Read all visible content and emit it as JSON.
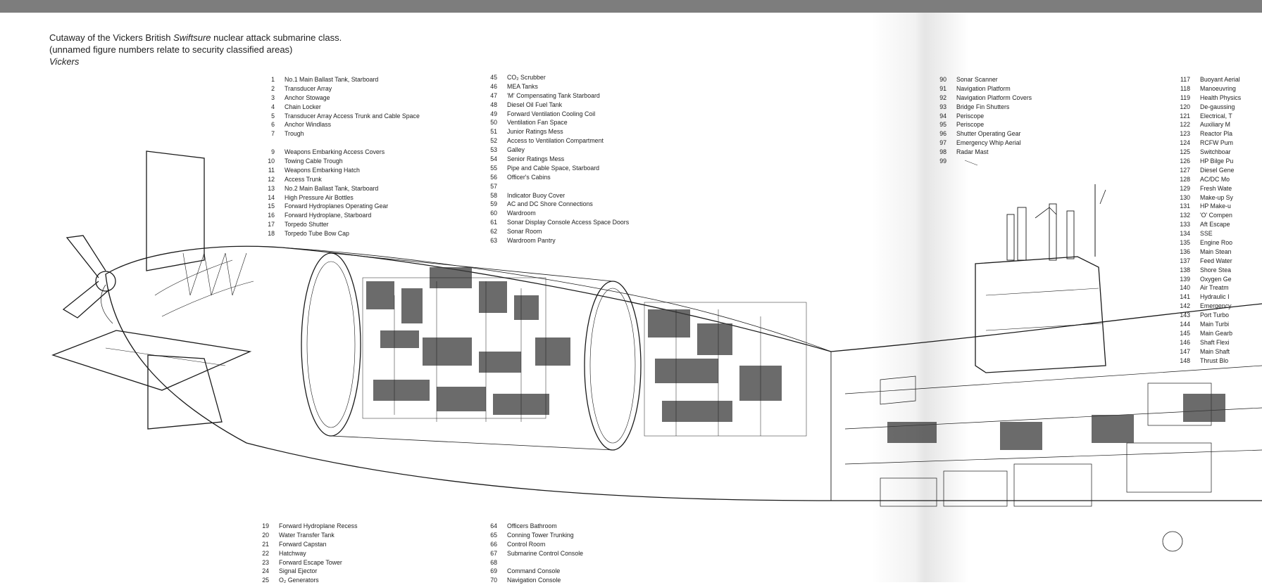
{
  "caption": {
    "line1_before": "Cutaway of the Vickers British ",
    "line1_italic": "Swiftsure",
    "line1_after": " nuclear attack submarine class.",
    "line2": "(unnamed figure numbers relate to security classified areas)",
    "line3": "Vickers"
  },
  "legend_a": [
    {
      "num": "1",
      "label": "No.1 Main Ballast Tank, Starboard"
    },
    {
      "num": "2",
      "label": "Transducer Array"
    },
    {
      "num": "3",
      "label": "Anchor Stowage"
    },
    {
      "num": "4",
      "label": "Chain Locker"
    },
    {
      "num": "5",
      "label": "Transducer Array Access Trunk and Cable Space"
    },
    {
      "num": "6",
      "label": "Anchor Windlass"
    },
    {
      "num": "7",
      "label": "Trough"
    },
    {
      "num": "",
      "label": ""
    },
    {
      "num": "9",
      "label": "Weapons Embarking Access Covers"
    },
    {
      "num": "10",
      "label": "Towing Cable Trough"
    },
    {
      "num": "11",
      "label": "Weapons Embarking Hatch"
    },
    {
      "num": "12",
      "label": "Access Trunk"
    },
    {
      "num": "13",
      "label": "No.2 Main Ballast Tank, Starboard"
    },
    {
      "num": "14",
      "label": "High Pressure Air Bottles"
    },
    {
      "num": "15",
      "label": "Forward Hydroplanes Operating Gear"
    },
    {
      "num": "16",
      "label": "Forward Hydroplane, Starboard"
    },
    {
      "num": "17",
      "label": "Torpedo Shutter"
    },
    {
      "num": "18",
      "label": "Torpedo Tube Bow Cap"
    }
  ],
  "legend_b": [
    {
      "num": "45",
      "label": "CO₂ Scrubber"
    },
    {
      "num": "46",
      "label": "MEA Tanks"
    },
    {
      "num": "47",
      "label": "'M' Compensating Tank Starboard"
    },
    {
      "num": "48",
      "label": "Diesel Oil Fuel Tank"
    },
    {
      "num": "49",
      "label": "Forward Ventilation Cooling Coil"
    },
    {
      "num": "50",
      "label": "Ventilation Fan Space"
    },
    {
      "num": "51",
      "label": "Junior Ratings Mess"
    },
    {
      "num": "52",
      "label": "Access to Ventilation Compartment"
    },
    {
      "num": "53",
      "label": "Galley"
    },
    {
      "num": "54",
      "label": "Senior Ratings Mess"
    },
    {
      "num": "55",
      "label": "Pipe and Cable Space, Starboard"
    },
    {
      "num": "56",
      "label": "Officer's Cabins"
    },
    {
      "num": "57",
      "label": ""
    },
    {
      "num": "58",
      "label": "Indicator Buoy Cover"
    },
    {
      "num": "59",
      "label": "AC and DC Shore Connections"
    },
    {
      "num": "60",
      "label": "Wardroom"
    },
    {
      "num": "61",
      "label": "Sonar Display Console Access Space Doors"
    },
    {
      "num": "62",
      "label": "Sonar Room"
    },
    {
      "num": "63",
      "label": "Wardroom Pantry"
    }
  ],
  "legend_c": [
    {
      "num": "19",
      "label": "Forward Hydroplane Recess"
    },
    {
      "num": "20",
      "label": "Water Transfer Tank"
    },
    {
      "num": "21",
      "label": "Forward Capstan"
    },
    {
      "num": "22",
      "label": "Hatchway"
    },
    {
      "num": "23",
      "label": "Forward Escape Tower"
    },
    {
      "num": "24",
      "label": "Signal Ejector"
    },
    {
      "num": "25",
      "label": "O₂ Generators"
    }
  ],
  "legend_d": [
    {
      "num": "64",
      "label": "Officers Bathroom"
    },
    {
      "num": "65",
      "label": "Conning Tower Trunking"
    },
    {
      "num": "66",
      "label": "Control Room"
    },
    {
      "num": "67",
      "label": "Submarine Control Console"
    },
    {
      "num": "68",
      "label": ""
    },
    {
      "num": "69",
      "label": "Command Console"
    },
    {
      "num": "70",
      "label": "Navigation Console"
    }
  ],
  "legend_e": [
    {
      "num": "90",
      "label": "Sonar Scanner"
    },
    {
      "num": "91",
      "label": "Navigation Platform"
    },
    {
      "num": "92",
      "label": "Navigation Platform Covers"
    },
    {
      "num": "93",
      "label": "Bridge Fin Shutters"
    },
    {
      "num": "94",
      "label": "Periscope"
    },
    {
      "num": "95",
      "label": "Periscope"
    },
    {
      "num": "96",
      "label": "Shutter Operating Gear"
    },
    {
      "num": "97",
      "label": "Emergency Whip Aerial"
    },
    {
      "num": "98",
      "label": "Radar Mast"
    },
    {
      "num": "99",
      "label": ""
    }
  ],
  "legend_f": [
    {
      "num": "117",
      "label": "Buoyant Aerial"
    },
    {
      "num": "118",
      "label": "Manoeuvring"
    },
    {
      "num": "119",
      "label": "Health Physics"
    },
    {
      "num": "120",
      "label": "De-gaussing"
    },
    {
      "num": "121",
      "label": "Electrical, T"
    },
    {
      "num": "122",
      "label": "Auxiliary M"
    },
    {
      "num": "123",
      "label": "Reactor Pla"
    },
    {
      "num": "124",
      "label": "RCFW Pum"
    },
    {
      "num": "125",
      "label": "Switchboar"
    },
    {
      "num": "126",
      "label": "HP Bilge Pu"
    },
    {
      "num": "127",
      "label": "Diesel Gene"
    },
    {
      "num": "128",
      "label": "AC/DC Mo"
    },
    {
      "num": "129",
      "label": "Fresh Wate"
    },
    {
      "num": "130",
      "label": "Make-up Sy"
    },
    {
      "num": "131",
      "label": "HP Make-u"
    },
    {
      "num": "132",
      "label": "'O' Compen"
    },
    {
      "num": "133",
      "label": "Aft Escape"
    },
    {
      "num": "134",
      "label": "SSE"
    },
    {
      "num": "135",
      "label": "Engine Roo"
    },
    {
      "num": "136",
      "label": "Main Stean"
    },
    {
      "num": "137",
      "label": "Feed Water"
    },
    {
      "num": "138",
      "label": "Shore Stea"
    },
    {
      "num": "139",
      "label": "Oxygen Ge"
    },
    {
      "num": "140",
      "label": "Air Treatm"
    },
    {
      "num": "141",
      "label": "Hydraulic I"
    },
    {
      "num": "142",
      "label": "Emergency"
    },
    {
      "num": "143",
      "label": "Port Turbo"
    },
    {
      "num": "144",
      "label": "Main Turbi"
    },
    {
      "num": "145",
      "label": "Main Gearb"
    },
    {
      "num": "146",
      "label": "Shaft Flexi"
    },
    {
      "num": "147",
      "label": "Main Shaft"
    },
    {
      "num": "148",
      "label": "Thrust Blo"
    }
  ]
}
